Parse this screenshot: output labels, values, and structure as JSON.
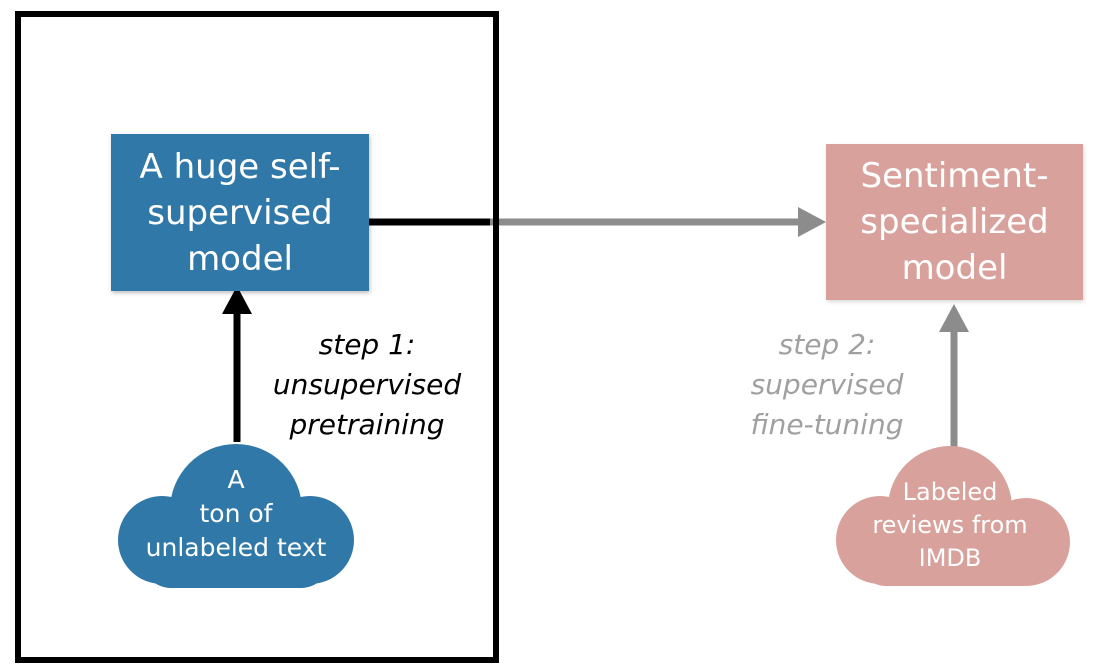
{
  "pretraining": {
    "model_label": "A huge self-\nsupervised\nmodel",
    "step_label": "step 1:\nunsupervised\npretraining",
    "data_label": "A\nton of\nunlabeled text",
    "color": "#2f78a8"
  },
  "finetuning": {
    "model_label": "Sentiment-\nspecialized\nmodel",
    "step_label": "step 2:\nsupervised\nfine-tuning",
    "data_label": "Labeled\nreviews from\nIMDB",
    "color": "#d8a19c"
  },
  "colors": {
    "frame": "#000000",
    "arrow_black": "#000000",
    "arrow_gray": "#8c8c8c",
    "muted_text": "#a0a0a0"
  }
}
